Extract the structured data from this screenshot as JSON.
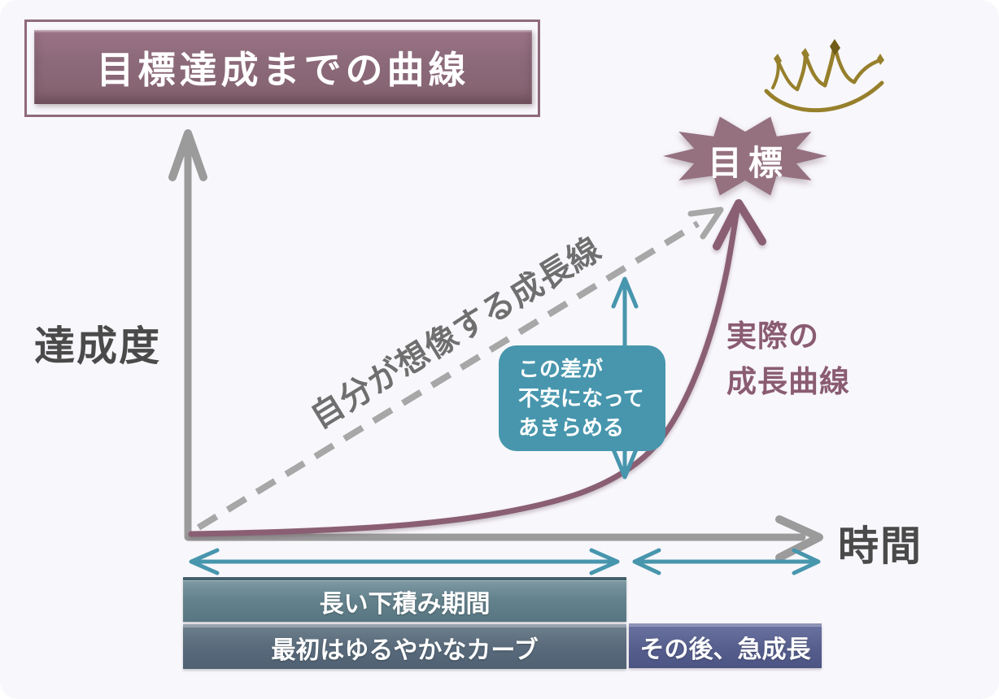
{
  "title": "目標達成までの曲線",
  "goal_badge": "目標",
  "axes": {
    "y_label": "達成度",
    "x_label": "時間"
  },
  "lines": {
    "imagined_line_label": "自分が想像する成長線",
    "actual_curve_label": "実際の\n成長曲線"
  },
  "gap_note": "この差が\n不安になって\nあきらめる",
  "phase_bars": {
    "long_preparation": "長い下積み期間",
    "slow_start": "最初はゆるやかなカーブ",
    "rapid_growth": "その後、急成長"
  },
  "icons": {
    "crown": "crown-icon",
    "goal_star": "starburst-badge"
  },
  "colors": {
    "background": "#f8f7fb",
    "title_fill": "#8c6a7a",
    "starburst": "#95717f",
    "actual_curve": "#8a5f73",
    "axis_gray": "#9b9b9b",
    "dashed_gray": "#a7a7a7",
    "teal_accent": "#4796ad",
    "bar_teal": "#64828d",
    "bar_slate": "#586a7b",
    "bar_indigo": "#575f8e",
    "crown_gold": "#97802c",
    "dark_text": "#4a4a4a"
  }
}
